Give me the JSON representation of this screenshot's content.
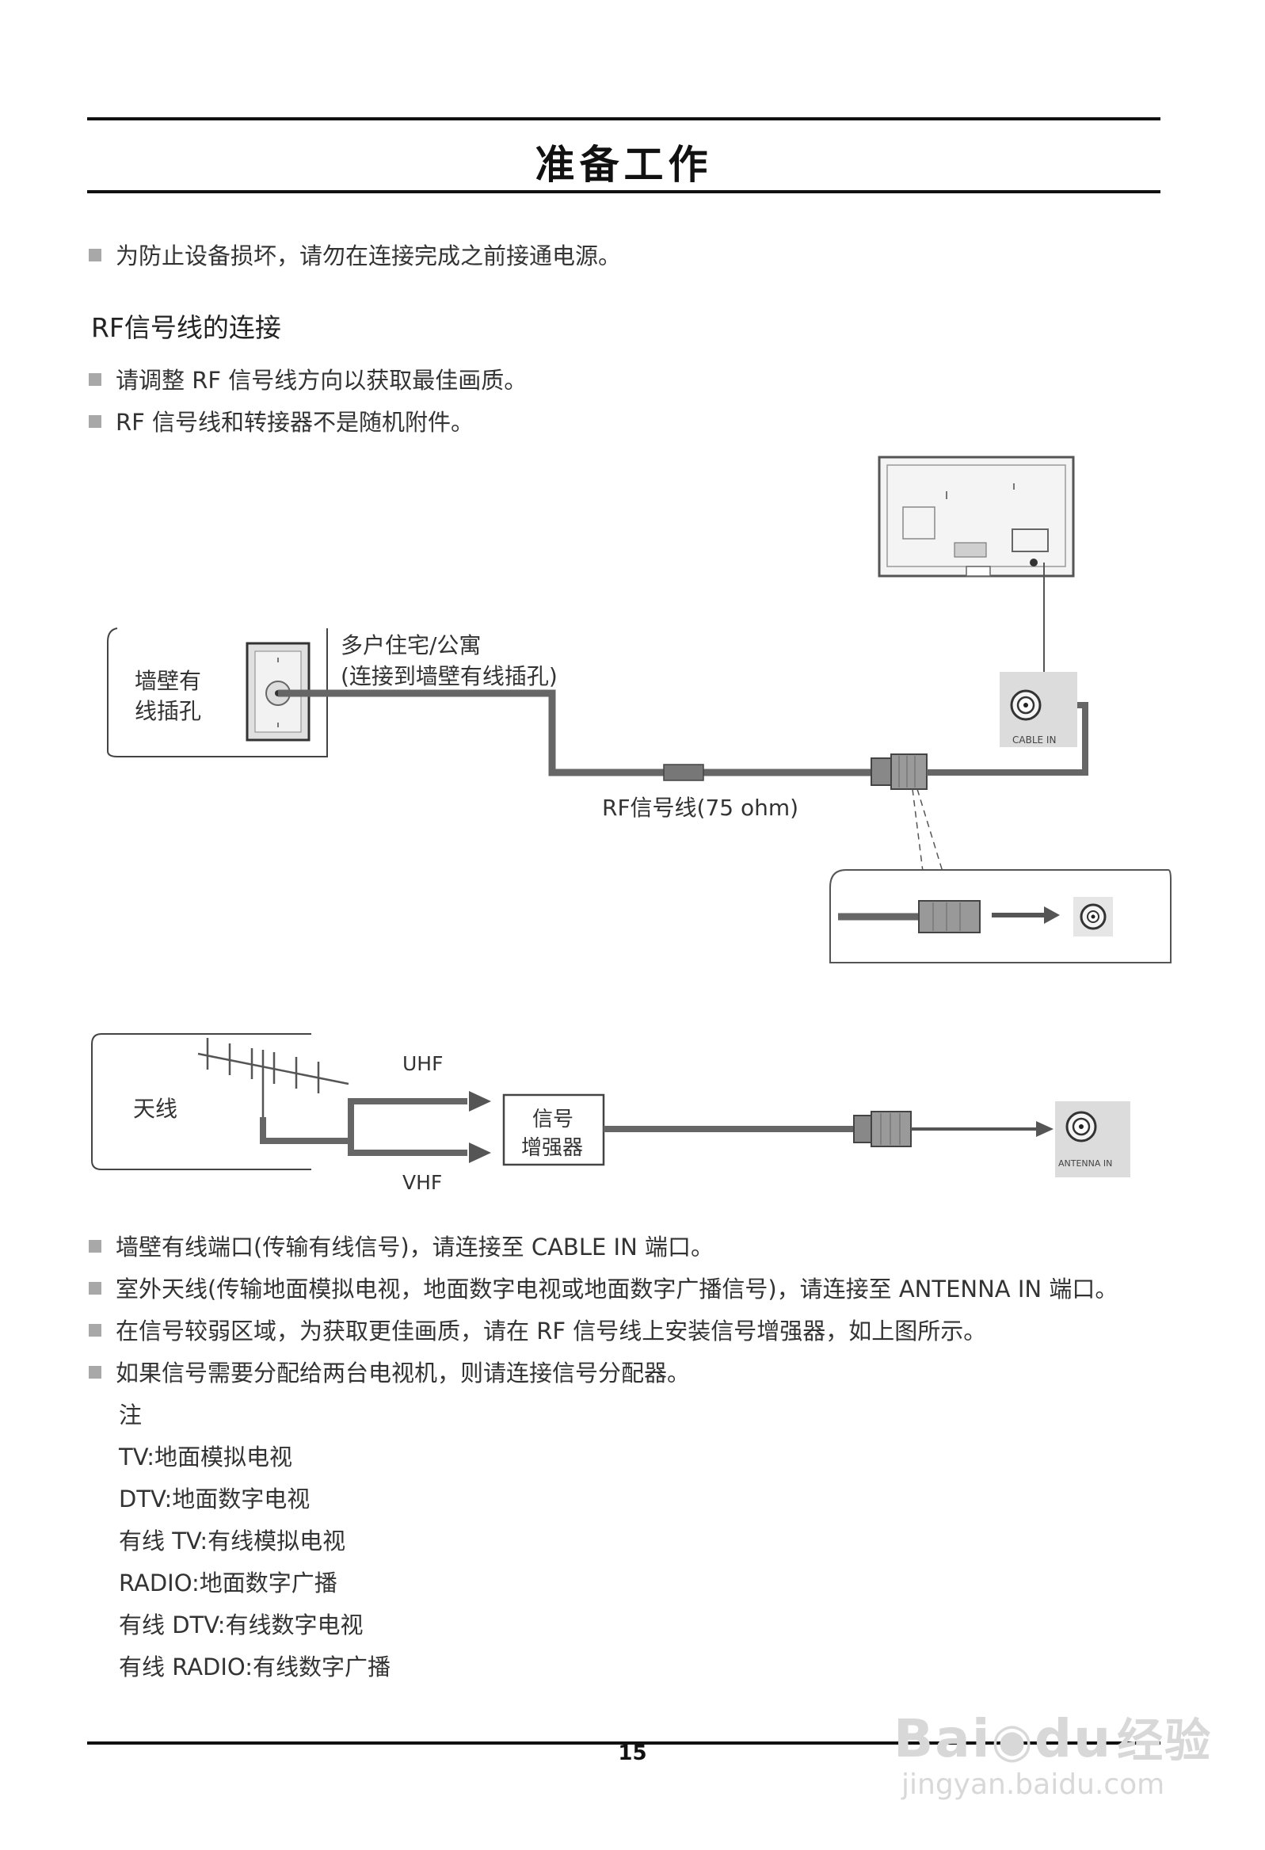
{
  "header": {
    "title": "准备工作"
  },
  "intro": {
    "bullet": "为防止设备损坏，请勿在连接完成之前接通电源。"
  },
  "rf_section": {
    "heading": "RF信号线的连接",
    "bullets": [
      "请调整 RF 信号线方向以获取最佳画质。",
      "RF 信号线和转接器不是随机附件。"
    ]
  },
  "diagram1": {
    "wall_label_line1": "墙壁有",
    "wall_label_line2": "线插孔",
    "apartment_line1": "多户住宅/公寓",
    "apartment_line2": "(连接到墙壁有线插孔)",
    "cable_label": "RF信号线(75 ohm)",
    "port_label": "CABLE IN"
  },
  "diagram2": {
    "antenna_label": "天线",
    "uhf": "UHF",
    "vhf": "VHF",
    "booster_line1": "信号",
    "booster_line2": "增强器",
    "port_label": "ANTENNA IN"
  },
  "bottom_bullets": [
    "墙壁有线端口(传输有线信号)，请连接至 CABLE IN 端口。",
    "室外天线(传输地面模拟电视，地面数字电视或地面数字广播信号)，请连接至 ANTENNA IN 端口。",
    "在信号较弱区域，为获取更佳画质，请在 RF 信号线上安装信号增强器，如上图所示。",
    "如果信号需要分配给两台电视机，则请连接信号分配器。"
  ],
  "notes": {
    "heading": "注",
    "items": [
      "TV:地面模拟电视",
      "DTV:地面数字电视",
      "有线 TV:有线模拟电视",
      "RADIO:地面数字广播",
      "有线 DTV:有线数字电视",
      "有线 RADIO:有线数字广播"
    ]
  },
  "footer": {
    "page_number": "15"
  },
  "watermark": {
    "brand": "Bai",
    "brand2": "du",
    "brand3": "经验",
    "url": "jingyan.baidu.com"
  }
}
